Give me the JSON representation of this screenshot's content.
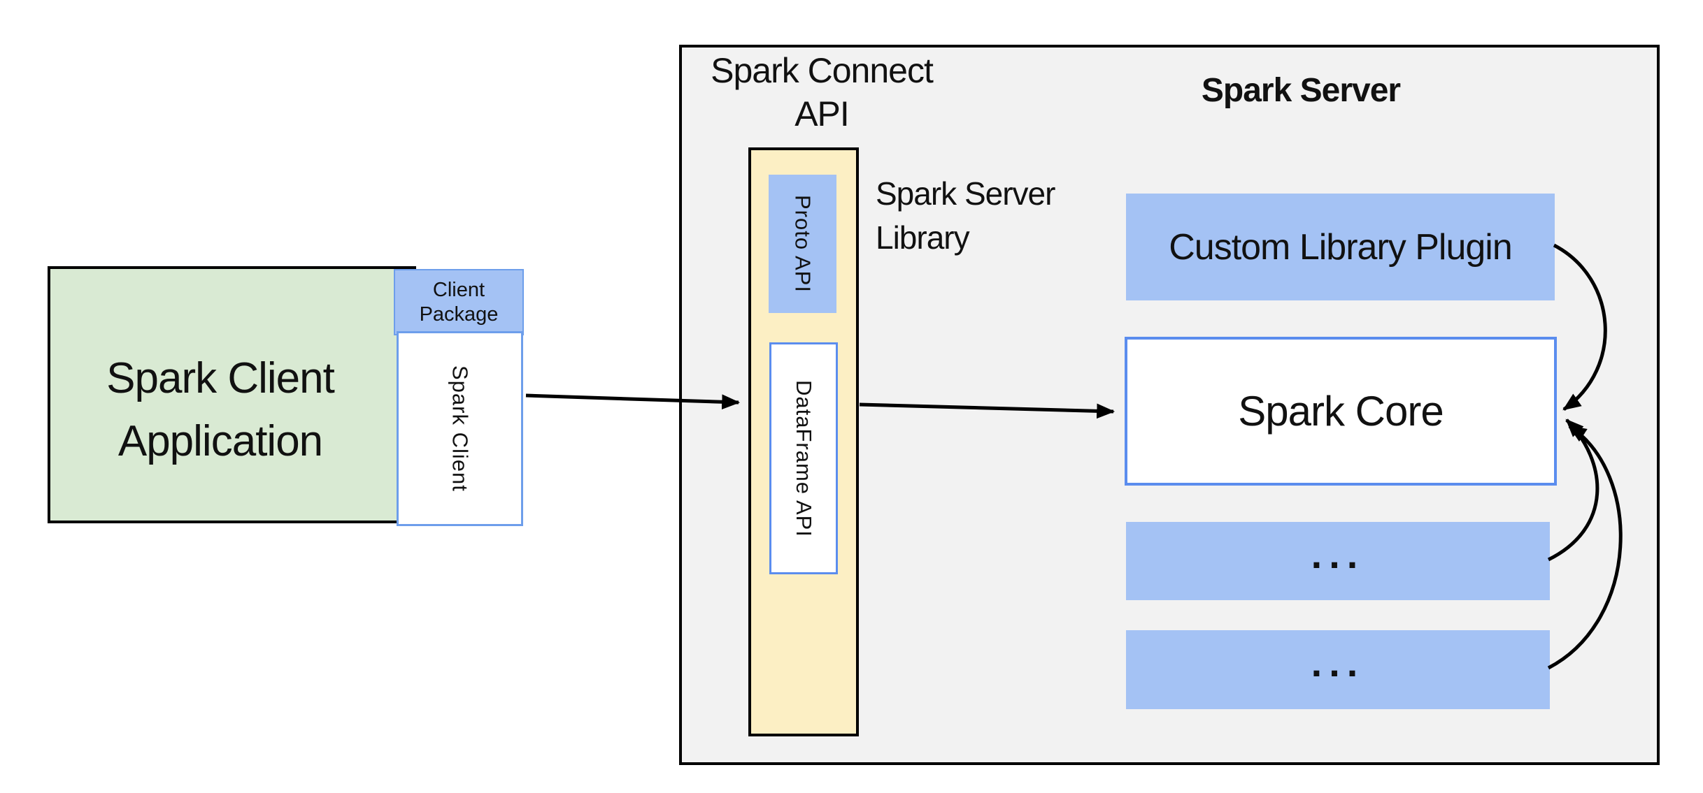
{
  "client": {
    "application_title_line1": "Spark Client",
    "application_title_line2": "Application",
    "package_label_line1": "Client",
    "package_label_line2": "Package",
    "spark_client_label": "Spark Client"
  },
  "connect_api": {
    "heading_line1": "Spark Connect",
    "heading_line2": "API",
    "proto_api_label": "Proto API",
    "dataframe_api_label": "DataFrame API",
    "server_library_label_line1": "Spark Server",
    "server_library_label_line2": "Library"
  },
  "server": {
    "heading": "Spark Server",
    "custom_plugin_label": "Custom Library Plugin",
    "spark_core_label": "Spark Core",
    "placeholder_box_1_label": "...",
    "placeholder_box_2_label": "..."
  },
  "colors": {
    "panel_background": "#F2F2F2",
    "client_app_fill": "#D9EAD3",
    "package_fill": "#A4C2F4",
    "library_column_fill": "#FCEFC4",
    "plugin_fill": "#A4C2F4",
    "blue_box_border": "#5B8DEE",
    "outline": "#000000"
  }
}
